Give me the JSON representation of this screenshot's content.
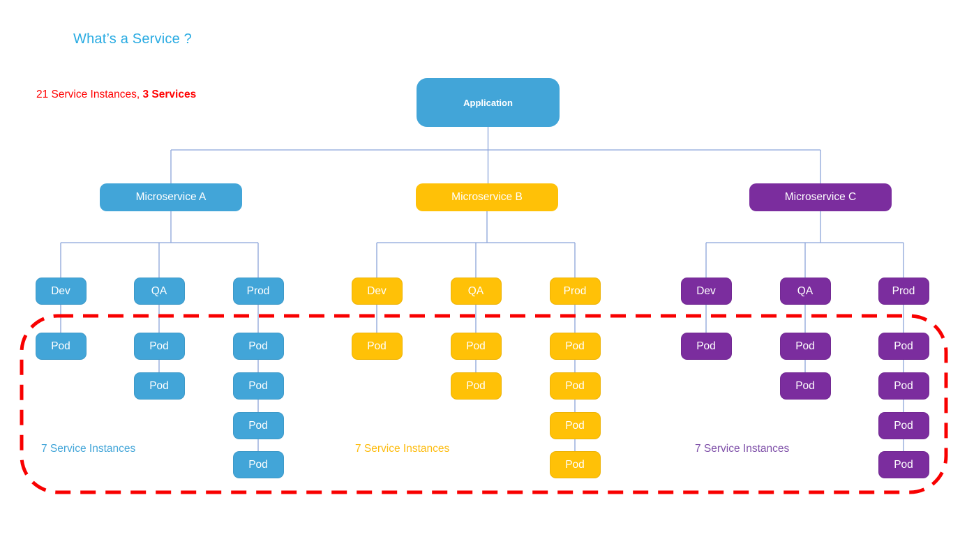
{
  "page": {
    "background": "#FFFFFF"
  },
  "title": {
    "text": "What’s a Service ?",
    "color": "#29ABE2"
  },
  "summary": {
    "normal": "21 Service Instances, ",
    "bold": "3 Services",
    "color": "#FF0000"
  },
  "diagram": {
    "root": {
      "label": "Application",
      "color": "#42A5D8",
      "text_color": "#FFFFFF"
    },
    "pod_label": "Pod",
    "connector_color": "#8BA3D9",
    "boundary": {
      "color": "#F80000",
      "style": "dashed",
      "name": "service-instances-boundary"
    },
    "services": [
      {
        "id": "A",
        "label": "Microservice A",
        "color": "#42A5D8",
        "instances_label": "7 Service Instances",
        "instances_label_color": "#42A5D8",
        "environments": [
          {
            "label": "Dev",
            "pod_count": 1
          },
          {
            "label": "QA",
            "pod_count": 2
          },
          {
            "label": "Prod",
            "pod_count": 4
          }
        ]
      },
      {
        "id": "B",
        "label": "Microservice B",
        "color": "#FFC107",
        "instances_label": "7 Service Instances",
        "instances_label_color": "#FDBB0D",
        "environments": [
          {
            "label": "Dev",
            "pod_count": 1
          },
          {
            "label": "QA",
            "pod_count": 2
          },
          {
            "label": "Prod",
            "pod_count": 4
          }
        ]
      },
      {
        "id": "C",
        "label": "Microservice C",
        "color": "#7B2D9E",
        "instances_label": "7 Service Instances",
        "instances_label_color": "#7E4FA8",
        "environments": [
          {
            "label": "Dev",
            "pod_count": 1
          },
          {
            "label": "QA",
            "pod_count": 2
          },
          {
            "label": "Prod",
            "pod_count": 4
          }
        ]
      }
    ]
  }
}
